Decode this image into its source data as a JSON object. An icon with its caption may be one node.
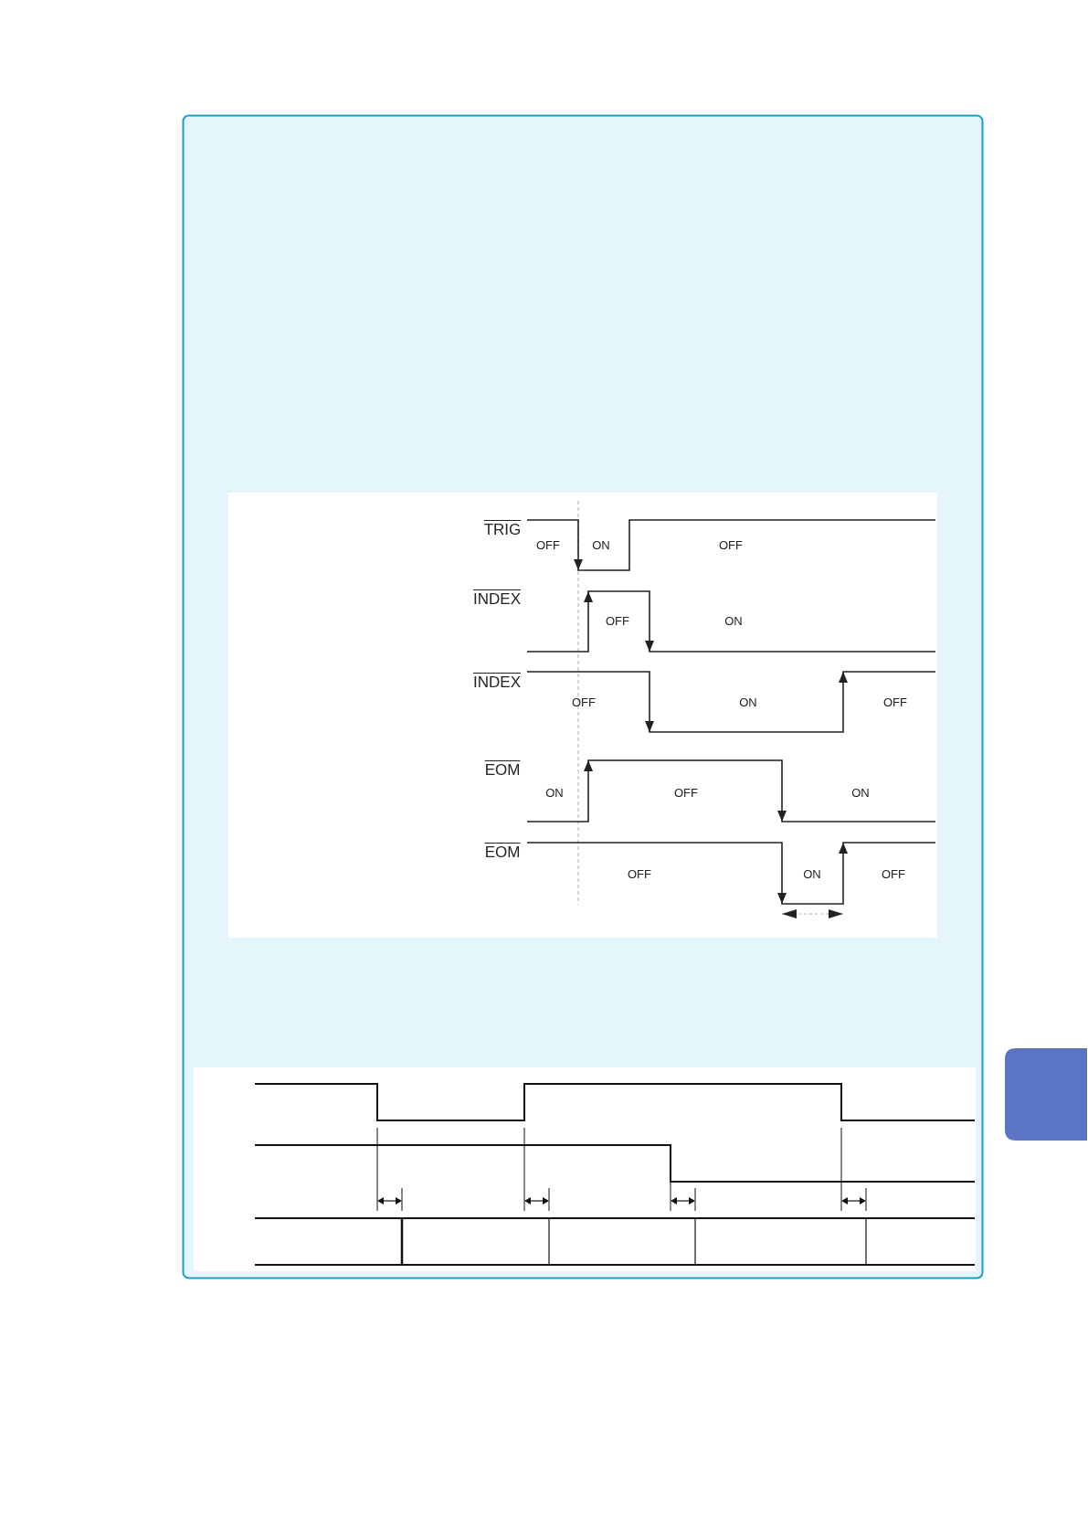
{
  "diagram": {
    "labels": [
      "TRIG",
      "OFF",
      "ON",
      "OFF",
      "INDEX",
      "OFF",
      "ON",
      "INDEX",
      "OFF",
      "ON",
      "OFF",
      "EOM",
      "ON",
      "OFF",
      "ON",
      "EOM",
      "OFF",
      "ON",
      "OFF"
    ]
  }
}
